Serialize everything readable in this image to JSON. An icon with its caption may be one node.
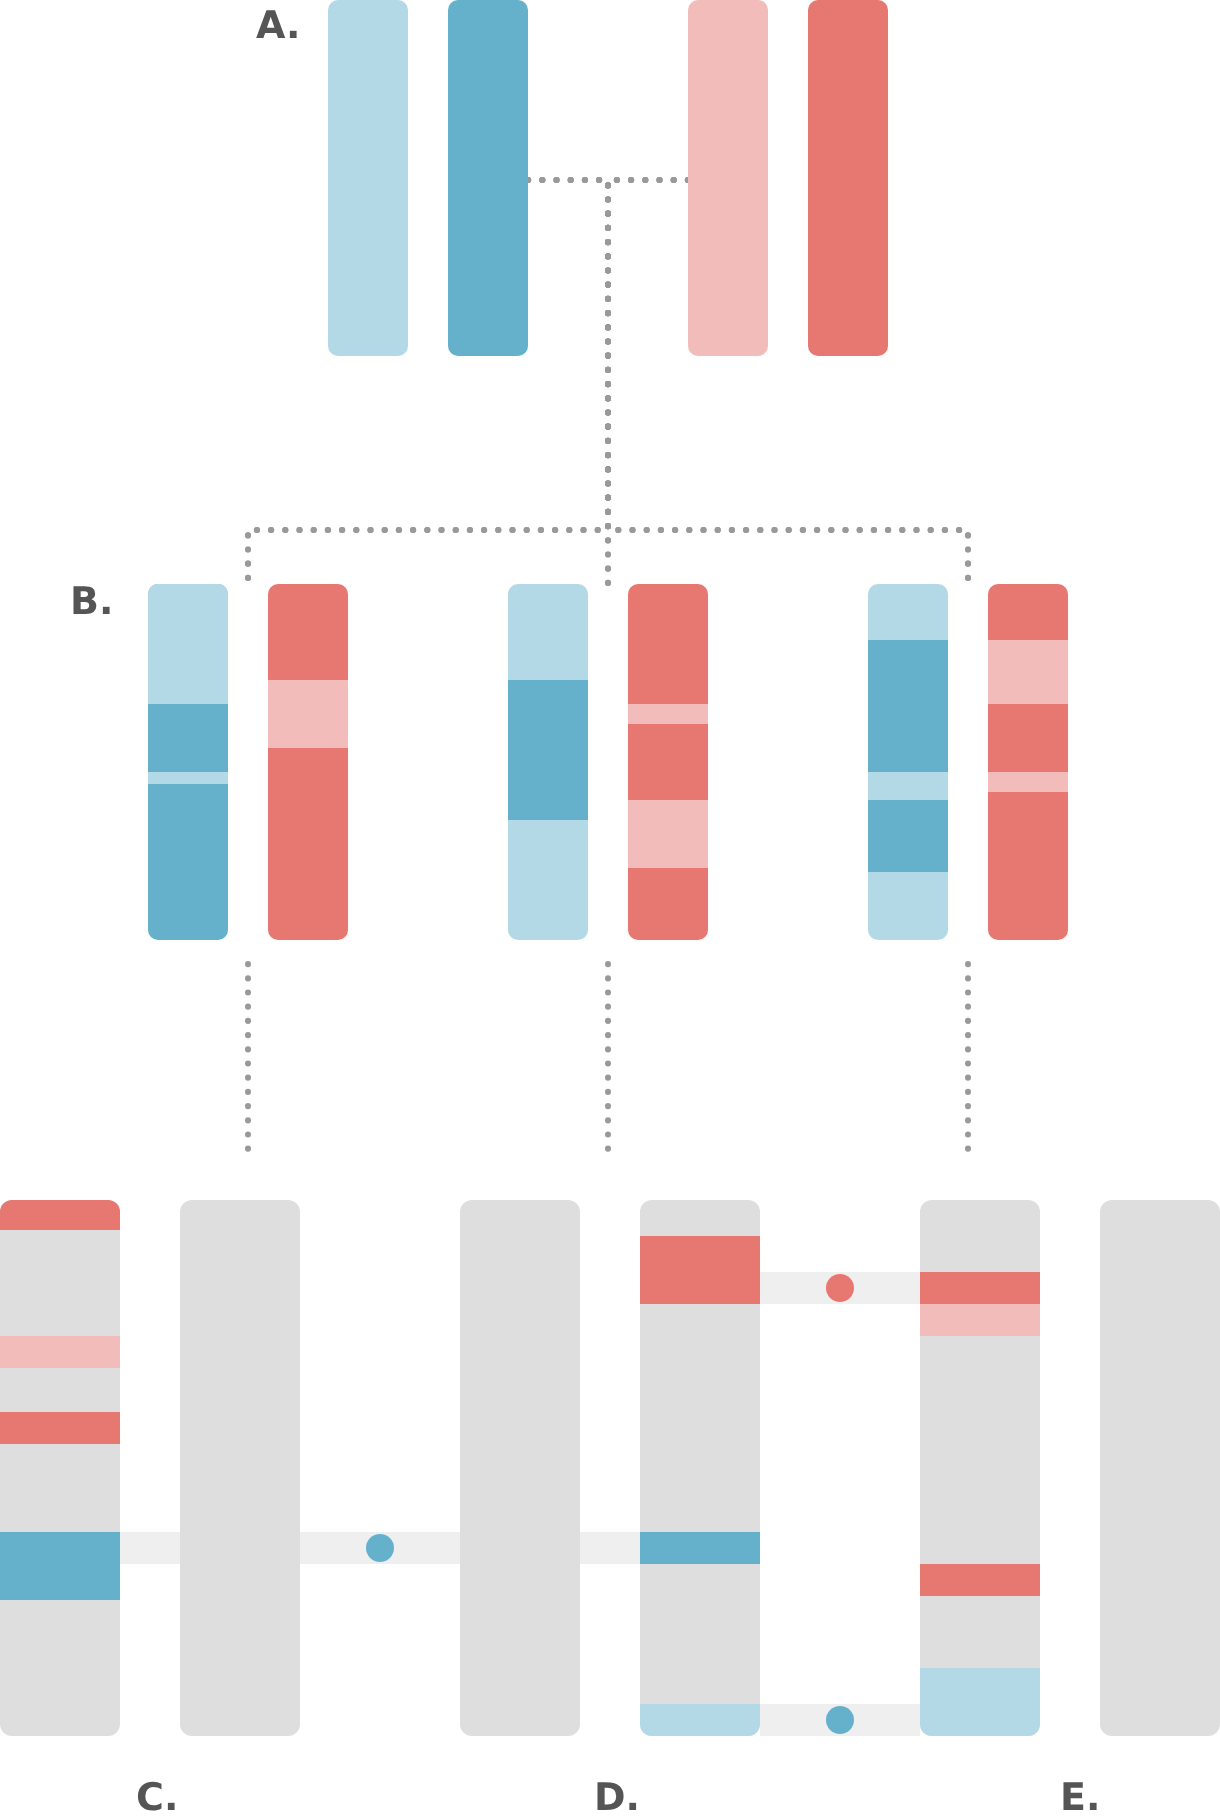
{
  "diagram": {
    "nodes": [
      {
        "text": [],
        "shape": "bar"
      },
      {
        "text": [],
        "shape": "bar"
      },
      {
        "text": [],
        "shape": "bar"
      },
      {
        "text": [],
        "shape": "bar"
      },
      {
        "text": [],
        "shape": "bar"
      }
    ],
    "edges": [
      {
        "from": 0,
        "to": 2,
        "arrow": "none",
        "style": "dashed"
      },
      {
        "from": 0,
        "to": 3,
        "arrow": "none",
        "style": "dashed"
      },
      {
        "from": 0,
        "to": 4,
        "arrow": "none",
        "style": "dashed"
      },
      {
        "from": 1,
        "to": 2,
        "arrow": "none",
        "style": "dashed"
      },
      {
        "from": 1,
        "to": 3,
        "arrow": "none",
        "style": "dashed"
      },
      {
        "from": 1,
        "to": 4,
        "arrow": "none",
        "style": "dashed"
      },
      {
        "from": 2,
        "to": null,
        "arrow": "none",
        "style": "dashed"
      },
      {
        "from": 3,
        "to": null,
        "arrow": "none",
        "style": "dashed"
      },
      {
        "from": 4,
        "to": null,
        "arrow": "none",
        "style": "dashed"
      }
    ],
    "labels": [
      "A.",
      "B.",
      "C.",
      "D.",
      "E."
    ]
  }
}
